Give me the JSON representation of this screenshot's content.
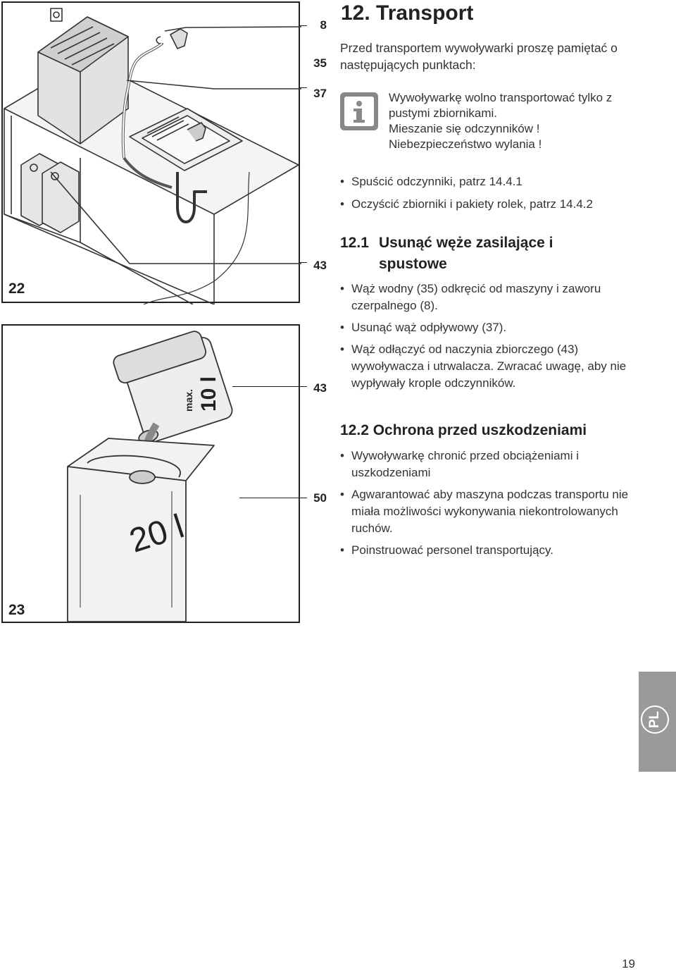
{
  "figures": {
    "fig22": {
      "number": "22",
      "callouts": [
        "8",
        "35",
        "37",
        "43"
      ]
    },
    "fig23": {
      "number": "23",
      "callouts": [
        "43",
        "50"
      ],
      "canister_small_label": "10 l",
      "canister_small_max": "max.",
      "canister_large_label": "20 l"
    }
  },
  "section": {
    "title": "12. Transport",
    "intro": "Przed transportem wywoływarki proszę pamiętać o następujących punktach:",
    "note_icon": "info-icon",
    "note": [
      "Wywoływarkę wolno transportować tylko z pustymi zbiornikami.",
      "Mieszanie się odczynników !",
      "Niebezpieczeństwo wylania !"
    ],
    "bullets": [
      "Spuścić odczynniki, patrz 14.4.1",
      "Oczyścić zbiorniki i pakiety rolek, patrz 14.4.2"
    ]
  },
  "sub1": {
    "number": "12.1",
    "title_line1": "Usunąć węże zasilające i",
    "title_line2": "spustowe",
    "bullets": [
      "Wąż wodny (35) odkręcić od maszyny i zaworu czerpalnego (8).",
      "Usunąć wąż odpływowy (37).",
      "Wąż odłączyć od naczynia zbiorczego (43) wywoływacza i utrwalacza. Zwracać uwagę, aby nie wypływały krople odczynników."
    ]
  },
  "sub2": {
    "title": "12.2 Ochrona przed uszkodzeniami",
    "bullets": [
      "Wywoływarkę chronić przed obciążeniami i uszkodzeniami",
      "Agwarantować aby maszyna podczas transportu nie miała możliwości wykonywania niekontrolowanych ruchów.",
      "Poinstruować personel transportujący."
    ]
  },
  "language_tab": "PL",
  "page_number": "19",
  "colors": {
    "text": "#222222",
    "tab_gray": "#9a9a9a",
    "icon_gray": "#888888"
  }
}
